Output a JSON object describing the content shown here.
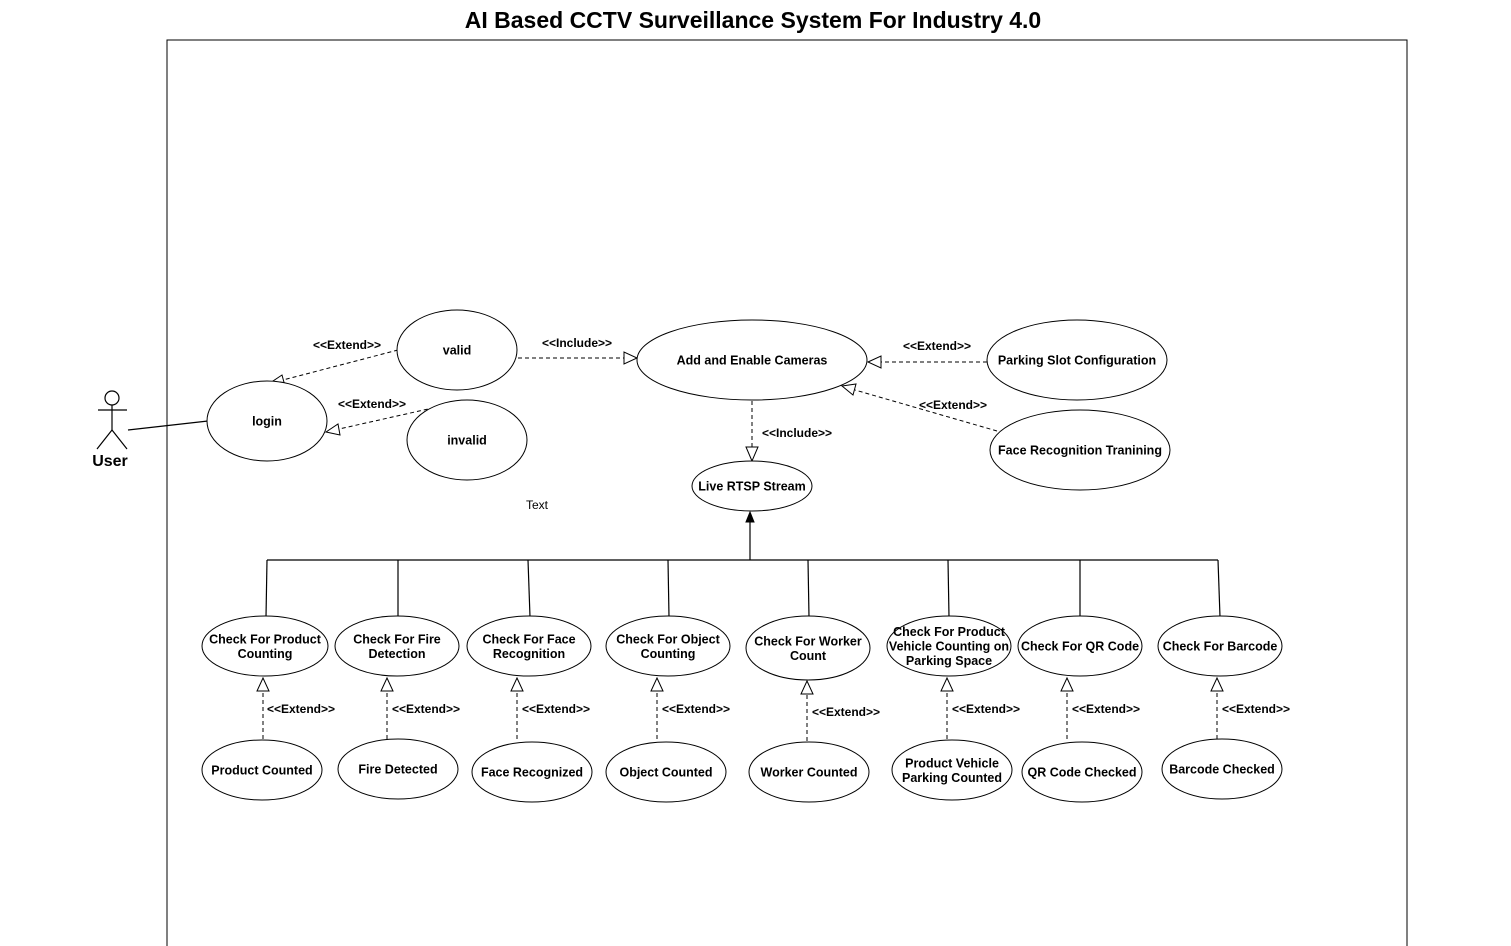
{
  "title": "AI Based CCTV Surveillance System For Industry 4.0",
  "actor": {
    "label": "User"
  },
  "free_text": "Text",
  "use_cases": {
    "login": [
      "login"
    ],
    "valid": [
      "valid"
    ],
    "invalid": [
      "invalid"
    ],
    "add_cameras": [
      "Add and Enable Cameras"
    ],
    "parking_config": [
      "Parking Slot Configuration"
    ],
    "face_training": [
      "Face Recognition Tranining"
    ],
    "rtsp": [
      "Live RTSP Stream"
    ],
    "chk_product": [
      "Check For Product",
      "Counting"
    ],
    "chk_fire": [
      "Check For Fire",
      "Detection"
    ],
    "chk_face": [
      "Check For Face",
      "Recognition"
    ],
    "chk_object": [
      "Check For Object",
      "Counting"
    ],
    "chk_worker": [
      "Check For Worker",
      "Count"
    ],
    "chk_vehicle": [
      "Check For Product",
      "Vehicle Counting on",
      "Parking Space"
    ],
    "chk_qr": [
      "Check For QR Code"
    ],
    "chk_barcode": [
      "Check For Barcode"
    ],
    "product_counted": [
      "Product Counted"
    ],
    "fire_detected": [
      "Fire Detected"
    ],
    "face_recognized": [
      "Face Recognized"
    ],
    "object_counted": [
      "Object Counted"
    ],
    "worker_counted": [
      "Worker Counted"
    ],
    "vehicle_counted": [
      "Product Vehicle",
      "Parking Counted"
    ],
    "qr_checked": [
      "QR Code Checked"
    ],
    "barcode_checked": [
      "Barcode Checked"
    ]
  },
  "relations": {
    "login_valid": "<<Extend>>",
    "login_invalid": "<<Extend>>",
    "valid_cameras": "<<Include>>",
    "parking_cameras": "<<Extend>>",
    "face_cameras": "<<Extend>>",
    "cameras_rtsp": "<<Include>>",
    "ext_product": "<<Extend>>",
    "ext_fire": "<<Extend>>",
    "ext_face": "<<Extend>>",
    "ext_object": "<<Extend>>",
    "ext_worker": "<<Extend>>",
    "ext_vehicle": "<<Extend>>",
    "ext_qr": "<<Extend>>",
    "ext_barcode": "<<Extend>>"
  }
}
